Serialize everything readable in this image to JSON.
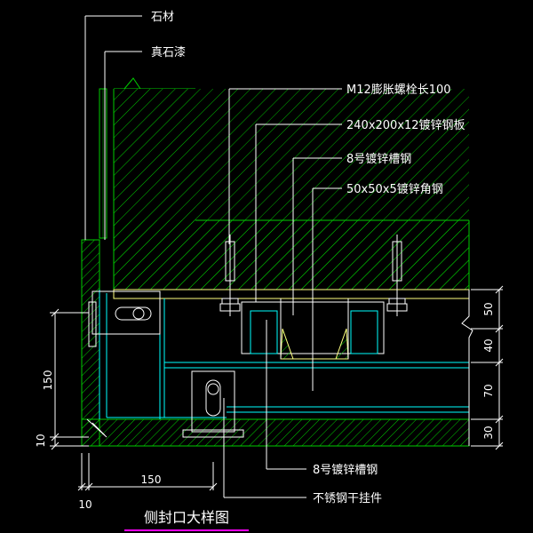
{
  "labels": {
    "stone": "石材",
    "real_stone_paint": "真石漆",
    "bolt": "M12膨胀螺栓长100",
    "plate": "240x200x12镀锌钢板",
    "channel_top": "8号镀锌槽钢",
    "angle": "50x50x5镀锌角钢",
    "channel_bottom": "8号镀锌槽钢",
    "hanger": "不锈钢干挂件"
  },
  "dims": {
    "left_150": "150",
    "left_10": "10",
    "bottom_150": "150",
    "bottom_10": "10",
    "right_50": "50",
    "right_40": "40",
    "right_70": "70",
    "right_30": "30"
  },
  "title": "侧封口大样图",
  "colors": {
    "background": "#000000",
    "hatch": "#00ff00",
    "cyan": "#00ffff",
    "yellow": "#ffff80",
    "text": "#ffffff",
    "title_underline": "#ff00ff"
  }
}
